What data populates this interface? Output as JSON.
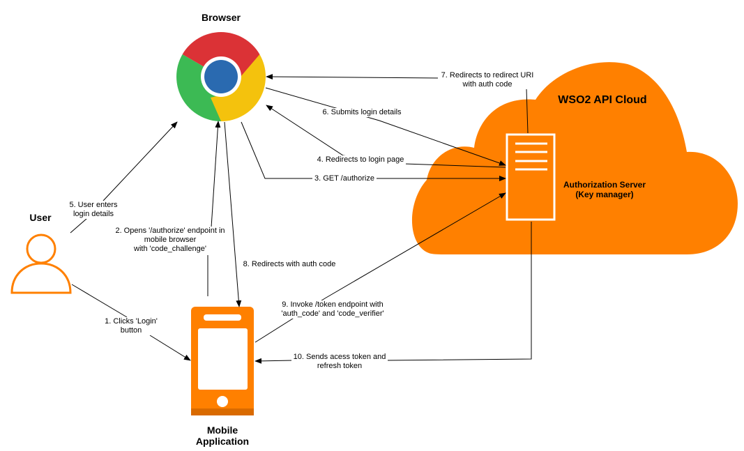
{
  "actors": {
    "browser": {
      "label": "Browser"
    },
    "user": {
      "label": "User"
    },
    "mobile": {
      "label_line1": "Mobile",
      "label_line2": "Application"
    },
    "cloud": {
      "label": "WSO2 API Cloud"
    },
    "server": {
      "label_line1": "Authorization Server",
      "label_line2": "(Key manager)"
    }
  },
  "steps": [
    {
      "id": "1",
      "line1": "1. Clicks 'Login'",
      "line2": "button"
    },
    {
      "id": "2",
      "line1": "2. Opens '/authorize' endpoint in",
      "line2": "mobile browser",
      "line3": "with 'code_challenge'"
    },
    {
      "id": "3",
      "line1": "3. GET /authorize"
    },
    {
      "id": "4",
      "line1": "4. Redirects to login page"
    },
    {
      "id": "5",
      "line1": "5. User enters",
      "line2": "login details"
    },
    {
      "id": "6",
      "line1": "6. Submits login details"
    },
    {
      "id": "7",
      "line1": "7. Redirects to redirect URI",
      "line2": "with auth code"
    },
    {
      "id": "8",
      "line1": "8. Redirects with auth code"
    },
    {
      "id": "9",
      "line1": "9. Invoke /token endpoint with",
      "line2": "'auth_code' and 'code_verifier'"
    },
    {
      "id": "10",
      "line1": "10. Sends acess token and",
      "line2": "refresh token"
    }
  ],
  "colors": {
    "orange": "#FF8000",
    "chrome_red": "#DB3236",
    "chrome_green": "#3CBA54",
    "chrome_yellow": "#F4C20D",
    "chrome_blue": "#2A6AB0",
    "arrow": "#000000"
  },
  "icons": {
    "browser": "chrome-icon",
    "user": "user-icon",
    "mobile": "mobile-phone-icon",
    "server": "server-icon",
    "cloud": "cloud-shape"
  }
}
